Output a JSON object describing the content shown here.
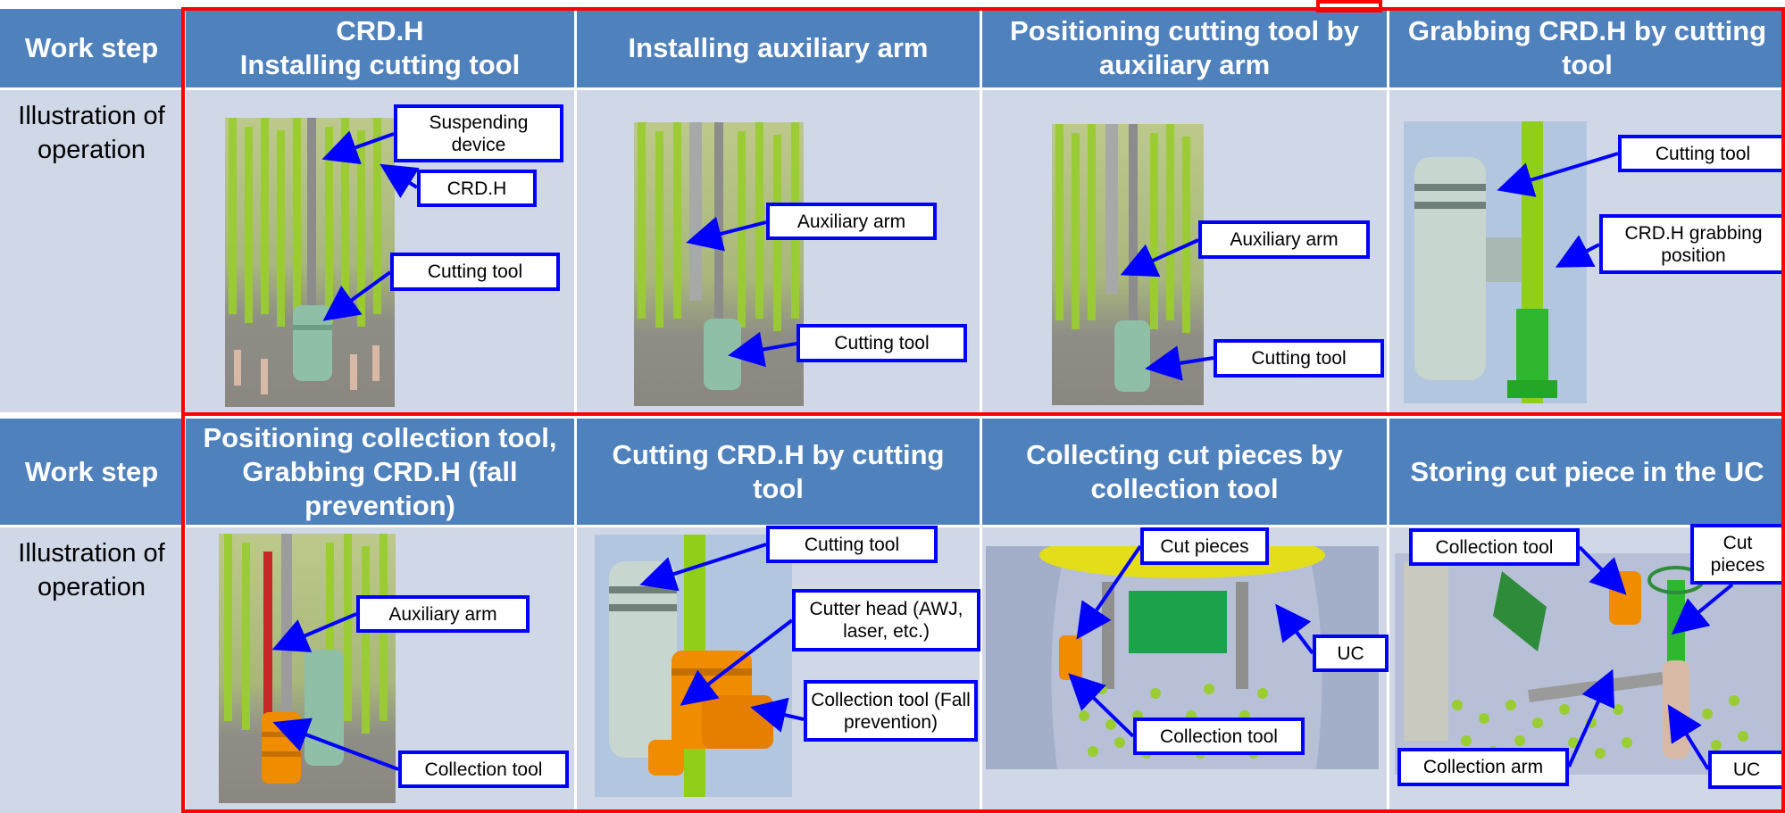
{
  "rows": [
    {
      "work_step": "Work step",
      "illustration": "Illustration of operation",
      "steps": [
        "CRD.H\nInstalling cutting tool",
        "Installing auxiliary arm",
        "Positioning cutting tool by auxiliary arm",
        "Grabbing CRD.H by cutting tool"
      ]
    },
    {
      "work_step": "Work step",
      "illustration": "Illustration of operation",
      "steps": [
        "Positioning collection tool, Grabbing CRD.H (fall prevention)",
        "Cutting CRD.H by cutting tool",
        "Collecting cut pieces by collection tool",
        "Storing cut piece in the UC"
      ]
    }
  ],
  "callouts": {
    "suspending_device": "Suspending device",
    "crdh": "CRD.H",
    "cutting_tool_1": "Cutting tool",
    "aux_arm_2": "Auxiliary arm",
    "cutting_tool_2": "Cutting tool",
    "aux_arm_3": "Auxiliary arm",
    "cutting_tool_3": "Cutting tool",
    "cutting_tool_4": "Cutting tool",
    "crdh_grab_pos": "CRD.H grabbing position",
    "aux_arm_5": "Auxiliary arm",
    "collection_tool_5": "Collection tool",
    "cutting_tool_6": "Cutting tool",
    "cutter_head": "Cutter head (AWJ, laser, etc.)",
    "collection_tool_6": "Collection tool (Fall prevention)",
    "cut_pieces_7": "Cut pieces",
    "uc_7": "UC",
    "collection_tool_7": "Collection tool",
    "collection_tool_8": "Collection tool",
    "cut_pieces_8": "Cut pieces",
    "collection_arm": "Collection arm",
    "uc_8": "UC"
  },
  "colors": {
    "header": "#4f81bd",
    "body": "#d0d8e8",
    "callout_border": "#0000ff",
    "highlight_border": "#ff0000"
  }
}
